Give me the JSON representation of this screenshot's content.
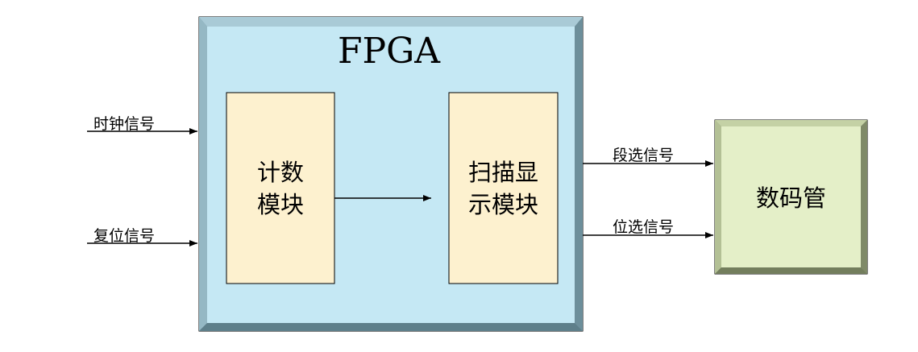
{
  "fpga": {
    "title": "FPGA"
  },
  "modules": {
    "counter": {
      "line1": "计数",
      "line2": "模块"
    },
    "scan": {
      "line1": "扫描显",
      "line2": "示模块"
    }
  },
  "display": {
    "label": "数码管"
  },
  "signals": {
    "clock": "时钟信号",
    "reset": "复位信号",
    "segment": "段选信号",
    "digit": "位选信号"
  },
  "colors": {
    "fpga_fill": "#c5e8f4",
    "fpga_bevel": "#7a9fab",
    "module_fill": "#fdf1cf",
    "display_fill": "#e4efc8",
    "display_bevel": "#8f9a77",
    "line": "#000000"
  }
}
